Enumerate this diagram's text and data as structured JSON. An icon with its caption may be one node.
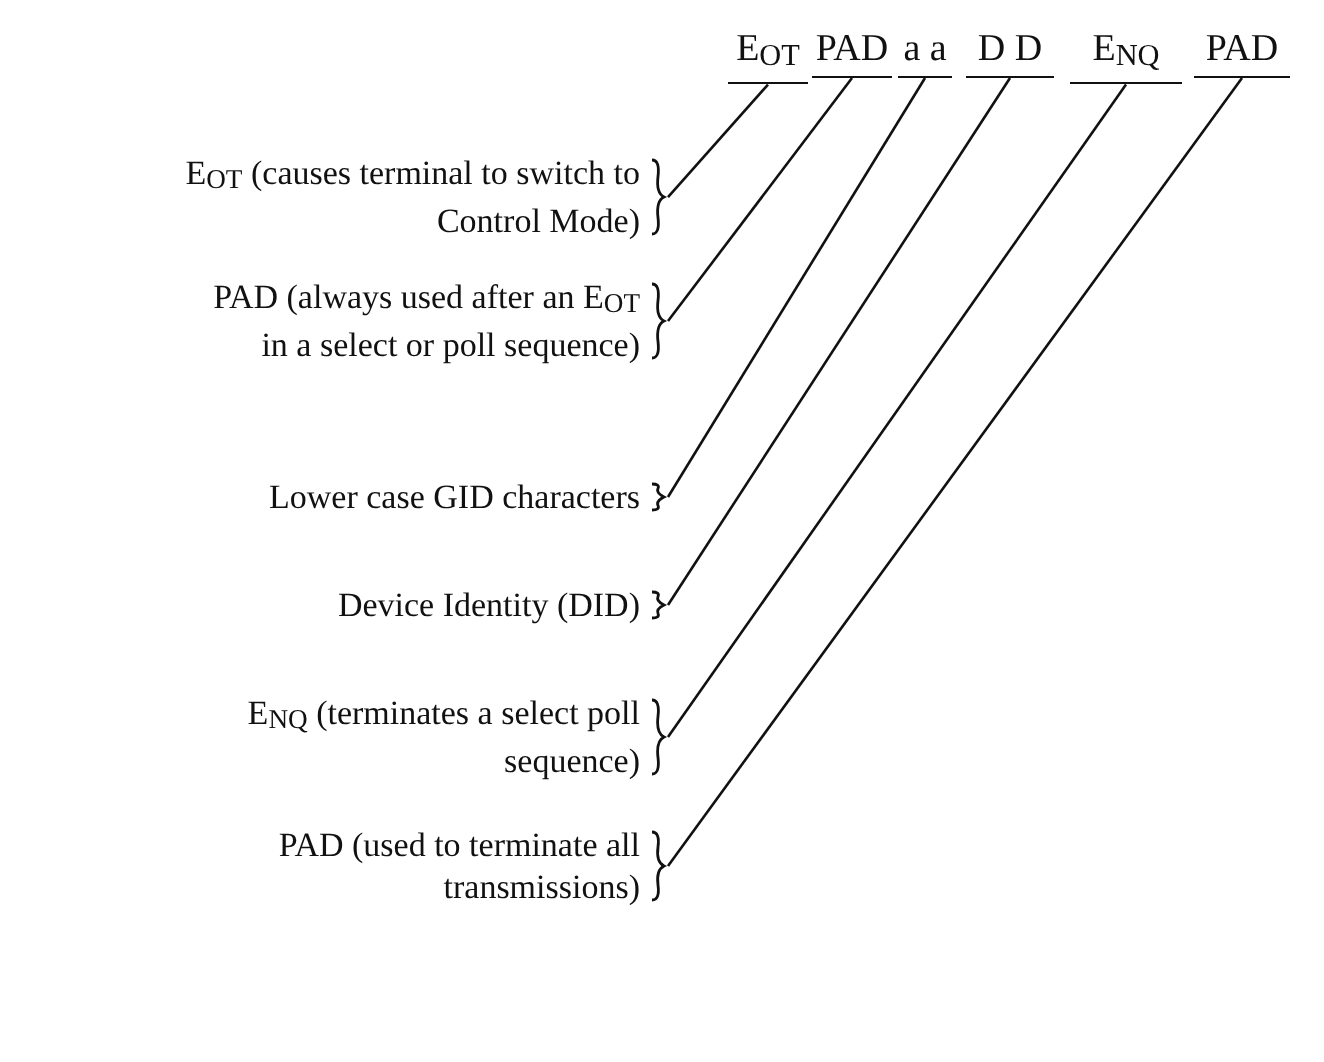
{
  "diagram": {
    "nodes": [
      {
        "text": [
          "E$_{OT}$"
        ]
      },
      {
        "text": [
          "PAD"
        ]
      },
      {
        "text": [
          "a a"
        ]
      },
      {
        "text": [
          "D D"
        ]
      },
      {
        "text": [
          "E$_{NQ}$"
        ]
      },
      {
        "text": [
          "PAD"
        ]
      },
      {
        "text": [
          "E$_{OT}$ (causes terminal to switch to Control Mode)"
        ]
      },
      {
        "text": [
          "PAD (always used after an E$_{OT}$ in a select or poll sequence)"
        ]
      },
      {
        "text": [
          "Lower case GID characters"
        ]
      },
      {
        "text": [
          "Device Identity (DID)"
        ]
      },
      {
        "text": [
          "E$_{NQ}$ (terminates a select poll sequence)"
        ]
      },
      {
        "text": [
          "PAD (used to terminate all transmissions)"
        ]
      }
    ],
    "edges": [
      {
        "from": 6,
        "to": 0,
        "arrow": "none"
      },
      {
        "from": 7,
        "to": 1,
        "arrow": "none"
      },
      {
        "from": 8,
        "to": 2,
        "arrow": "none"
      },
      {
        "from": 9,
        "to": 3,
        "arrow": "none"
      },
      {
        "from": 10,
        "to": 4,
        "arrow": "none"
      },
      {
        "from": 11,
        "to": 5,
        "arrow": "none"
      }
    ]
  }
}
